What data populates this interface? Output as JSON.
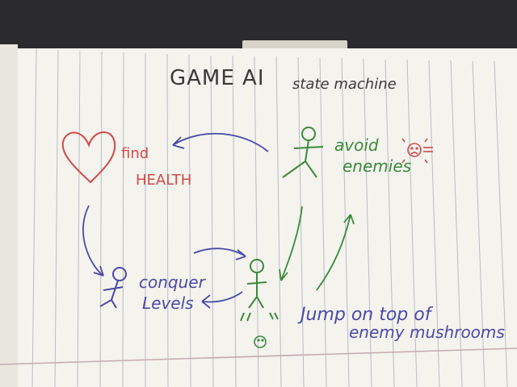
{
  "diagram": {
    "title": "GAME AI",
    "subtitle": "state machine",
    "states": {
      "health": {
        "line1": "find",
        "line2": "HEALTH",
        "icon": "heart-icon"
      },
      "avoid": {
        "line1": "avoid",
        "line2": "enemies",
        "icon": "stick-figure-icon"
      },
      "conquer": {
        "line1": "conquer",
        "line2": "Levels",
        "icon": "stick-figure-icon"
      },
      "jump": {
        "line1": "Jump on top of",
        "line2": "enemy mushrooms",
        "icon": "stick-figure-icon"
      }
    },
    "enemy_icon": "frowny-face-icon",
    "colors": {
      "title": "#3a3a3a",
      "health": "#d04a4a",
      "avoid": "#3a8a3a",
      "conquer": "#4a4aa8",
      "arrows_blue": "#4a4aa8",
      "arrows_green": "#3a8a3a"
    }
  }
}
